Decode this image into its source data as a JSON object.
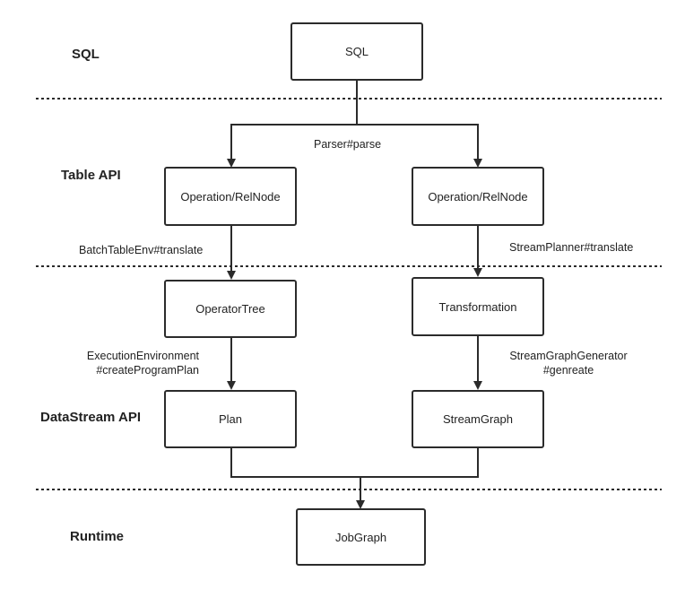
{
  "layers": {
    "sql": "SQL",
    "table_api": "Table API",
    "datastream_api": "DataStream API",
    "runtime": "Runtime"
  },
  "nodes": {
    "sql": "SQL",
    "opnode_left": "Operation/RelNode",
    "opnode_right": "Operation/RelNode",
    "operator_tree": "OperatorTree",
    "transformation": "Transformation",
    "plan": "Plan",
    "stream_graph": "StreamGraph",
    "job_graph": "JobGraph"
  },
  "edges": {
    "parser_parse": "Parser#parse",
    "batch_translate": "BatchTableEnv#translate",
    "stream_translate": "StreamPlanner#translate",
    "exec_env_line1": "ExecutionEnvironment",
    "exec_env_line2": "#createProgramPlan",
    "sgg_line1": "StreamGraphGenerator",
    "sgg_line2": "#genreate"
  },
  "colors": {
    "stroke": "#2b2b2b"
  }
}
